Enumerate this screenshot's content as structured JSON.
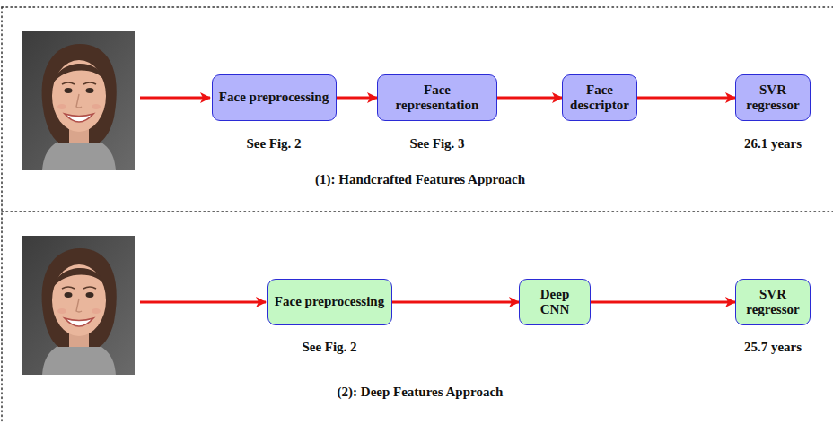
{
  "diagram": {
    "nodes": [
      {
        "text": [
          "Face preprocessing"
        ]
      },
      {
        "text": [
          "Face representation"
        ]
      },
      {
        "text": [
          "Face descriptor"
        ]
      },
      {
        "text": [
          "SVR regressor"
        ]
      },
      {
        "text": [
          "Face preprocessing"
        ]
      },
      {
        "text": [
          "Deep CNN"
        ]
      },
      {
        "text": [
          "SVR regressor"
        ]
      }
    ],
    "edges": [
      {
        "from": 0,
        "to": 1,
        "arrow": "to"
      },
      {
        "from": 1,
        "to": 2,
        "arrow": "to"
      },
      {
        "from": 2,
        "to": 3,
        "arrow": "to"
      },
      {
        "from": 4,
        "to": 5,
        "arrow": "to"
      },
      {
        "from": 5,
        "to": 6,
        "arrow": "to"
      }
    ],
    "labels": [
      "See Fig. 2",
      "See Fig. 3",
      "26.1 years",
      "(1): Handcrafted Features Approach",
      "See Fig. 2",
      "25.7 years",
      "(2): Deep Features Approach"
    ]
  }
}
